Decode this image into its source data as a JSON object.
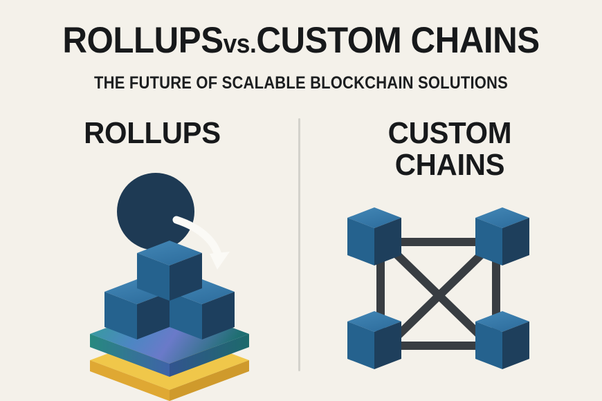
{
  "background_color": "#f4f1ea",
  "header": {
    "title_part1": "ROLLUPS",
    "title_vs": "vs.",
    "title_part2": "CUSTOM CHAINS",
    "subtitle": "THE FUTURE OF SCALABLE BLOCKCHAIN SOLUTIONS",
    "title_color": "#17191b"
  },
  "columns": {
    "left": {
      "title": "ROLLUPS",
      "illustration_name": "rollups-stack-illustration",
      "elements": {
        "circle_label": "data-batch-circle",
        "arrow_label": "rollup-arrow",
        "cubes_count": 3,
        "platform_top_label": "execution-layer-platform",
        "platform_bottom_label": "settlement-layer-platform"
      }
    },
    "right": {
      "title_line1": "CUSTOM",
      "title_line2": "CHAINS",
      "illustration_name": "custom-chains-network-illustration",
      "elements": {
        "nodes_count": 4,
        "connections_count": 6
      }
    }
  },
  "divider": {
    "color": "#d3d2cc"
  },
  "palette": {
    "cube_top": "#3a7cab",
    "cube_left": "#255b86",
    "cube_right": "#1e3f5c",
    "circle_navy": "#1e3a54",
    "arrow_white": "#fbfaf6",
    "platform_teal": "#2f9c8e",
    "platform_teal_dark": "#1f7a72",
    "platform_blue": "#6274c4",
    "platform_blue_dark": "#2d4f86",
    "platform_yellow": "#f0c74a",
    "platform_yellow_dark": "#dba431",
    "connection_line": "#383d42"
  }
}
